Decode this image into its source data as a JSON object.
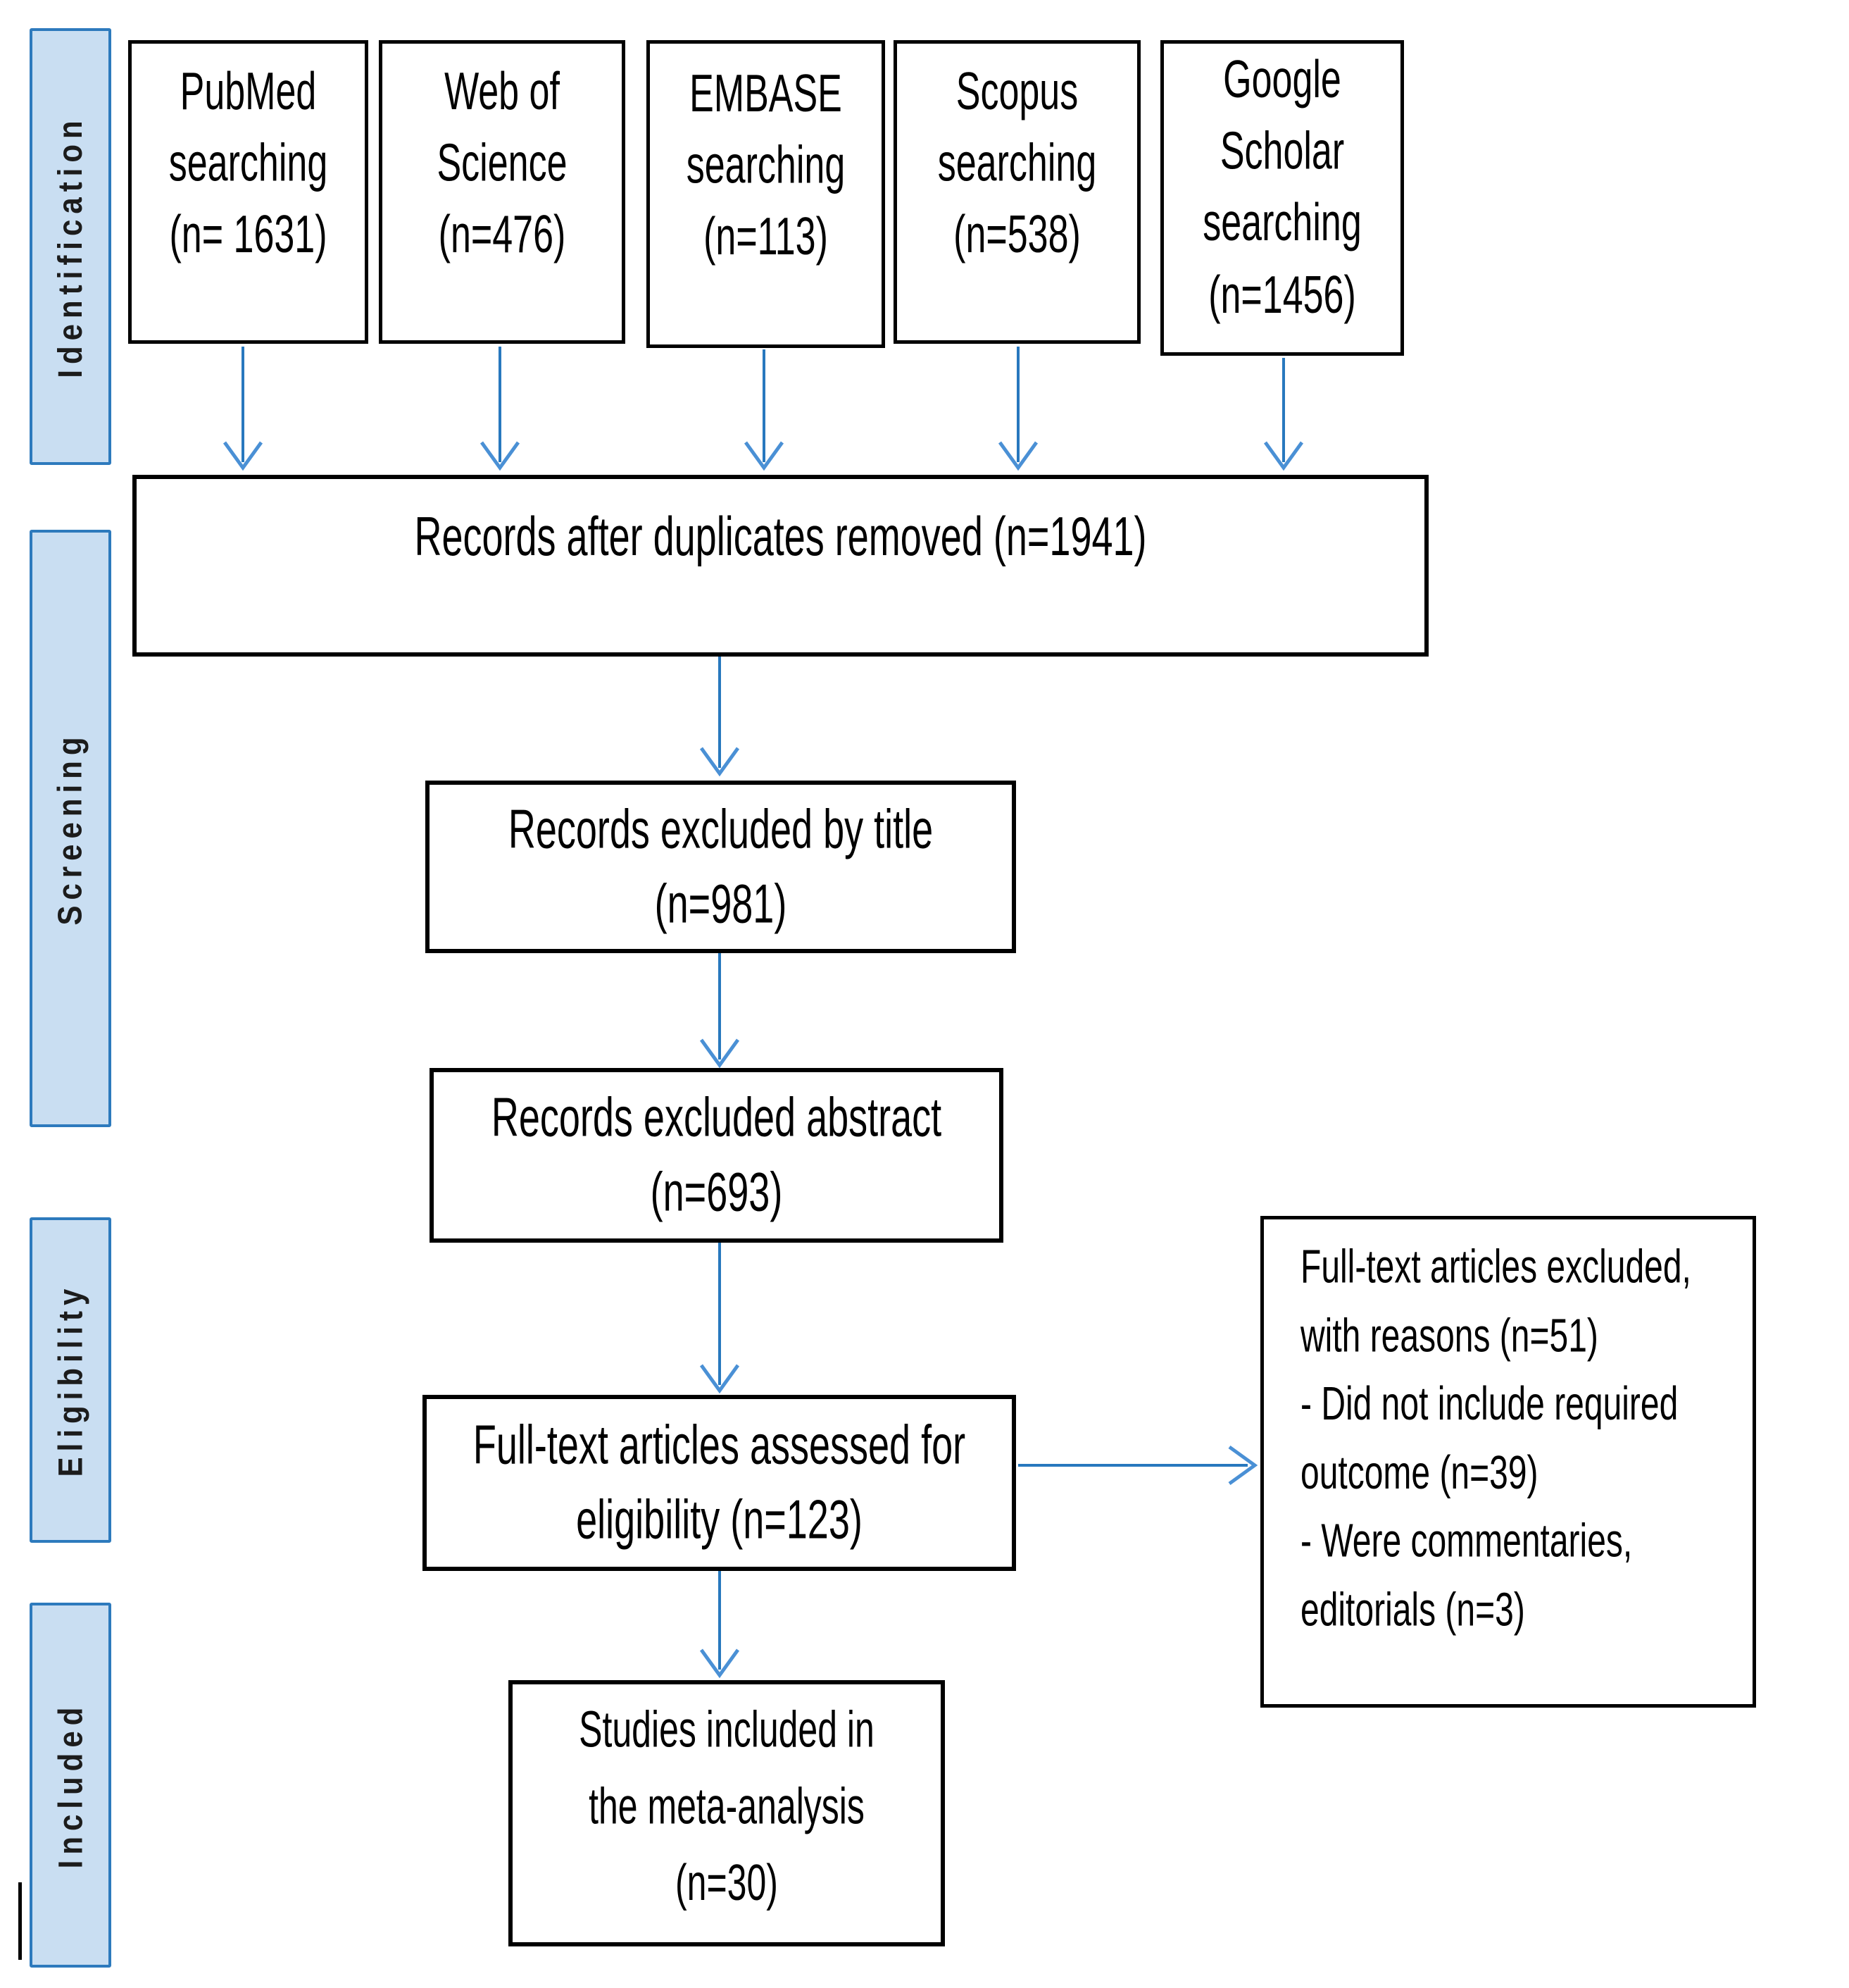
{
  "theme": {
    "arrow_blue": "#2878be",
    "arrow_head": "#4a90d5",
    "stage_fill": "#c9def2",
    "stage_border": "#2d7abd",
    "box_border": "#000000",
    "page_bg": "#ffffff"
  },
  "stages": [
    {
      "label": "Identification"
    },
    {
      "label": "Screening"
    },
    {
      "label": "Eligibility"
    },
    {
      "label": "Included"
    }
  ],
  "sources": [
    {
      "label": "PubMed\nsearching\n(n= 1631)"
    },
    {
      "label": "Web of\nScience\n(n=476)"
    },
    {
      "label": "EMBASE\nsearching\n(n=113)"
    },
    {
      "label": "Scopus\nsearching\n(n=538)"
    },
    {
      "label": "Google\nScholar\nsearching\n(n=1456)"
    }
  ],
  "flow": {
    "duplicates": {
      "label": "Records after duplicates removed (n=1941)"
    },
    "excluded_title": {
      "label": "Records excluded by title\n(n=981)"
    },
    "excluded_abstract": {
      "label": "Records excluded abstract\n(n=693)"
    },
    "assessed": {
      "label": "Full-text articles assessed for\neligibility (n=123)"
    },
    "excluded_fulltext": {
      "label": "Full-text articles excluded,\nwith reasons (n=51)\n- Did not include required\noutcome (n=39)\n- Were commentaries,\neditorials (n=3)"
    },
    "included": {
      "label": "Studies included in\nthe meta-analysis\n(n=30)"
    }
  }
}
